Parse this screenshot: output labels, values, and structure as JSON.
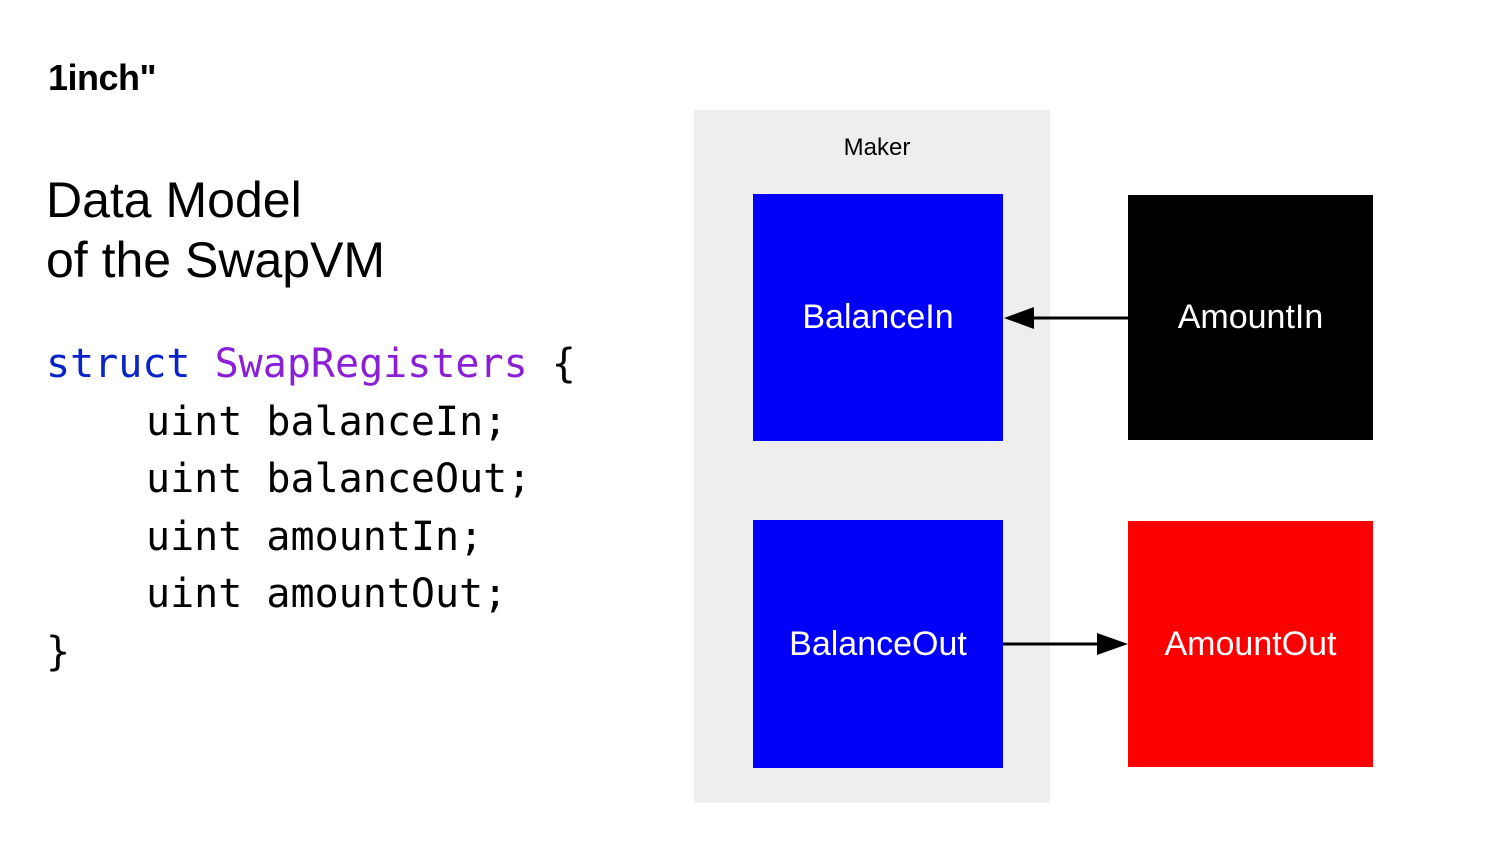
{
  "logo": {
    "text": "1inch\""
  },
  "title": {
    "line1": "Data Model",
    "line2": "of the SwapVM"
  },
  "code": {
    "keyword": "struct",
    "type_name": "SwapRegisters",
    "open_brace": "{",
    "fields": [
      {
        "type": "uint",
        "name": "balanceIn;"
      },
      {
        "type": "uint",
        "name": "balanceOut;"
      },
      {
        "type": "uint",
        "name": "amountIn;"
      },
      {
        "type": "uint",
        "name": "amountOut;"
      }
    ],
    "close_brace": "}"
  },
  "diagram": {
    "maker_label": "Maker",
    "boxes": {
      "balance_in": {
        "label": "BalanceIn",
        "color": "#0000fa"
      },
      "balance_out": {
        "label": "BalanceOut",
        "color": "#0000fa"
      },
      "amount_in": {
        "label": "AmountIn",
        "color": "#000000"
      },
      "amount_out": {
        "label": "AmountOut",
        "color": "#fa0000"
      }
    },
    "arrow_color": "#000000"
  },
  "colors": {
    "keyword": "#0a23c8",
    "type_name": "#8a1fd6",
    "panel": "#eeeeee"
  }
}
